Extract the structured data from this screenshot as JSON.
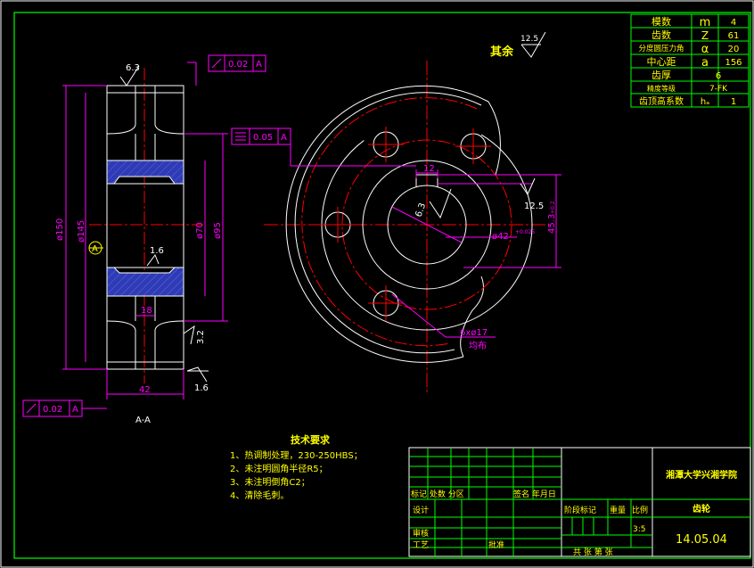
{
  "params_table": [
    {
      "name": "模数",
      "symbol": "m",
      "value": "4"
    },
    {
      "name": "齿数",
      "symbol": "Z",
      "value": "61"
    },
    {
      "name": "分度圆压力角",
      "symbol": "α",
      "value": "20"
    },
    {
      "name": "中心距",
      "symbol": "a",
      "value": "156"
    },
    {
      "name": "齿厚",
      "symbol": "",
      "value": "6"
    },
    {
      "name": "精度等级",
      "symbol": "",
      "value": "7-FK"
    },
    {
      "name": "齿顶高系数",
      "symbol": "hₐ",
      "value": "1"
    }
  ],
  "other_roughness": {
    "label": "其余",
    "value": "12.5"
  },
  "section_view": {
    "label": "A-A",
    "marker": "A",
    "dims": {
      "outer_dia": "ø150",
      "root_dia": "ø145",
      "hub_dia": "ø95",
      "bore_dia": "ø70",
      "width": "42",
      "hub_width": "18",
      "rough_top": "6.3",
      "rough_web": "1.6",
      "rough_side": "3.2",
      "rough_bottom": "1.6"
    },
    "tol_top": {
      "value": "0.02",
      "datum": "A"
    },
    "tol_bottom": {
      "value": "0.02",
      "datum": "A"
    }
  },
  "front_view": {
    "keyway_width": "12",
    "key_rough": "6.3",
    "keyway_rough": "12.5",
    "bore": "ø42",
    "bore_tol": "+0.025",
    "key_depth": "45.3",
    "key_depth_tol": "+0.2",
    "holes": "6xø17",
    "holes_note": "均布",
    "sym_tol": {
      "value": "0.05",
      "datum": "A"
    }
  },
  "tech_req": {
    "title": "技术要求",
    "items": [
      "1、热调制处理，230-250HBS；",
      "2、未注明圆角半径R5；",
      "3、未注明倒角C2；",
      "4、清除毛刺。"
    ]
  },
  "title_block": {
    "school": "湘潭大学兴湘学院",
    "part_name": "齿轮",
    "row_labels": "标记 处数 分区",
    "sign_labels": "签名 年月日",
    "design": "设计",
    "review": "审核",
    "process": "工艺",
    "approve": "批准",
    "stage_mark": "阶段标记",
    "weight": "重量",
    "scale_label": "比例",
    "scale": "3:5",
    "sheets": "共  张  第  张",
    "date": "14.05.04"
  },
  "colors": {
    "frame": "#00ff00",
    "outline": "#ffffff",
    "center": "#ff0000",
    "dim": "#ff00ff",
    "text": "#ffff00",
    "hatch": "#3333cc"
  }
}
